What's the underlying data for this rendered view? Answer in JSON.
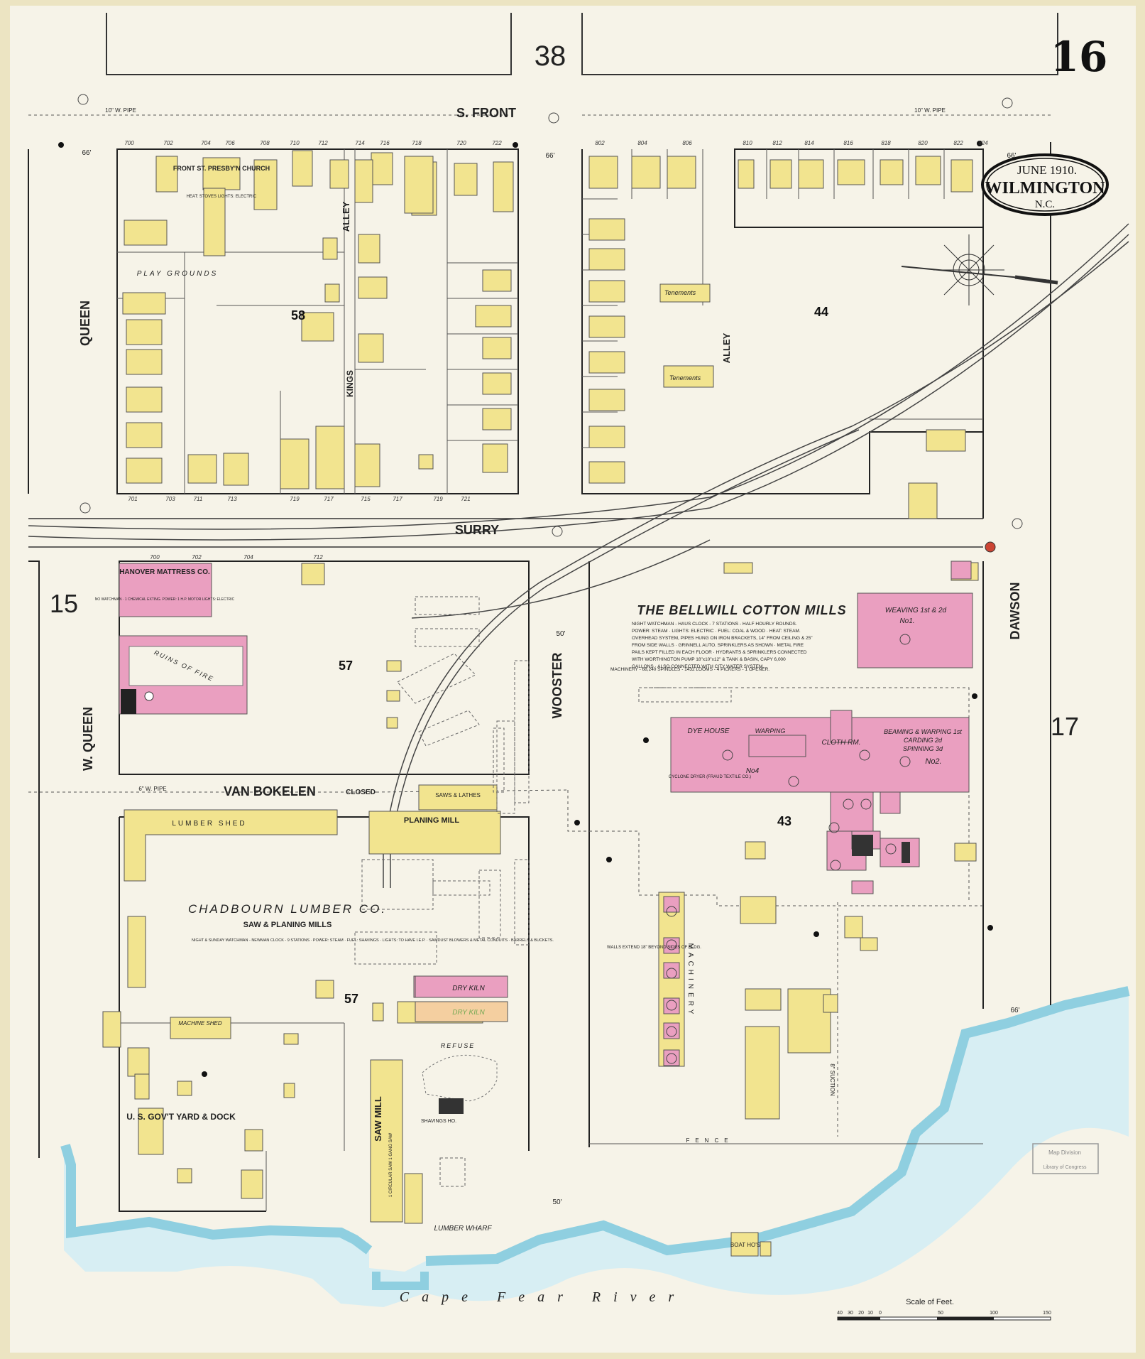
{
  "sheet": {
    "number": "16",
    "adjoining_top": "38",
    "adjoining_left": "15",
    "adjoining_right": "17"
  },
  "cartouche": {
    "date": "JUNE 1910.",
    "city": "WILMINGTON",
    "state": "N.C."
  },
  "streets": {
    "front": "S. FRONT",
    "surry": "SURRY",
    "queen": "QUEEN",
    "w_queen": "W. QUEEN",
    "van_bokelen": "VAN BOKELEN",
    "closed": "CLOSED",
    "wooster": "WOOSTER",
    "dawson": "DAWSON",
    "kings_alley": "KINGS",
    "alley1": "ALLEY",
    "alley2": "ALLEY"
  },
  "blocks": {
    "b58": "58",
    "b44": "44",
    "b57a": "57",
    "b57b": "57",
    "b43": "43"
  },
  "labels": {
    "church": "FRONT ST. PRESBY'N CHURCH",
    "church_note": "HEAT: STOVES LIGHTS: ELECTRIC",
    "play_grounds": "PLAY GROUNDS",
    "tenements1": "Tenements",
    "tenements2": "Tenements",
    "hanover": "HANOVER MATTRESS CO.",
    "hanover_note": "NO WATCHMAN · 1 CHEMICAL EXTING. POWER: 1 H.P. MOTOR LIGHTS: ELECTRIC",
    "ruins": "RUINS OF FIRE",
    "bellwill": "THE BELLWILL COTTON MILLS",
    "bellwill_note1": "NIGHT WATCHMAN - HAUS CLOCK - 7 STATIONS - HALF HOURLY ROUNDS.",
    "bellwill_note2": "POWER: STEAM · LIGHTS: ELECTRIC · FUEL: COAL & WOOD · HEAT: STEAM.",
    "bellwill_note3": "OVERHEAD SYSTEM, PIPES HUNG ON IRON BRACKETS, 14\" FROM CEILING & 25\"",
    "bellwill_note4": "FROM SIDE WALLS · GRINNELL AUTO. SPRINKLERS AS SHOWN · METAL FIRE",
    "bellwill_note5": "PAILS KEPT FILLED IN EACH FLOOR · HYDRANTS & SPRINKLERS CONNECTED",
    "bellwill_note6": "WITH WORTHINGTON PUMP 18\"x10\"x12\" & TANK & BASIN, CAPY 6,000",
    "bellwill_note7": "GALLONS · ALSO CONNECTED WITH CITY WATER SYSTEM.",
    "bellwill_note8": "MACHINERY - 68,240 SPINDLES - 1432 LOOMS - 4 PICKERS - 1 OPENER.",
    "weaving": "WEAVING 1st & 2d",
    "weaving_no": "No1.",
    "dye_house": "DYE HOUSE",
    "warping": "WARPING",
    "cloth_rm": "CLOTH RM.",
    "no4": "No4",
    "beaming": "BEAMING & WARPING 1st",
    "carding": "CARDING 2d",
    "spinning": "SPINNING 3d",
    "no2": "No2.",
    "cyclone": "CYCLONE DRYER (FRAUD TEXTILE CO.)",
    "chadbourn": "CHADBOURN LUMBER CO.",
    "saw_planing": "SAW & PLANING MILLS",
    "chadbourn_note": "NIGHT & SUNDAY WATCHMAN - NEWMAN CLOCK - 9 STATIONS · POWER: STEAM · FUEL: SHAVINGS · LIGHTS: TO HAVE I.E.P. · SAWDUST BLOWERS & METAL CONDUITS · BARRELS & BUCKETS.",
    "lumber_shed": "LUMBER SHED",
    "planing_mill": "PLANING MILL",
    "saws_lathes": "SAWS & LATHES",
    "dry_kiln1": "DRY KILN",
    "dry_kiln2": "DRY KILN",
    "refuse": "REFUSE",
    "machine_shed": "MACHINE SHED",
    "saw_mill": "SAW MILL",
    "saw_mill_note": "1 CIRCULAR SAW 1 GANG SAW",
    "shavings": "SHAVINGS HO.",
    "usgov": "U. S. GOV'T YARD & DOCK",
    "lumber_wharf": "LUMBER WHARF",
    "fence": "FENCE",
    "boat_hos": "BOAT HO'S",
    "machinery": "MACHINERY",
    "walls_note": "WALLS EXTEND 18\" BEYOND SIDES OF BLDG.",
    "suction": "8\" SUCTION",
    "pipe_front": "10\" W. PIPE",
    "pipe_front2": "10\" W. PIPE",
    "pipe_vb": "6\" W. PIPE",
    "river": "Cape Fear River",
    "scale_title": "Scale of Feet.",
    "stamp1": "Map Division",
    "stamp2": "Library of Congress",
    "elev_66a": "66'",
    "elev_66b": "66'",
    "elev_66c": "66'",
    "elev_50a": "50'",
    "elev_50b": "50'",
    "elev_66d": "66'"
  },
  "scale_ticks": [
    "40",
    "30",
    "20",
    "10",
    "0",
    "50",
    "100",
    "150"
  ],
  "house_numbers_top": [
    "700",
    "702",
    "704",
    "706",
    "708",
    "710",
    "712",
    "714",
    "716",
    "718",
    "720",
    "722",
    "802",
    "804",
    "806",
    "810",
    "812",
    "814",
    "816",
    "818",
    "820",
    "822",
    "824"
  ],
  "house_numbers_bottom": [
    "701",
    "703",
    "711",
    "713",
    "715",
    "717",
    "719",
    "721",
    "719",
    "717"
  ],
  "surry_numbers": [
    "700",
    "702",
    "704",
    "712"
  ],
  "colors": {
    "paper": "#f6f3e8",
    "frame": "#ede5c3",
    "yellow": "#f2e48f",
    "pink": "#ea9fc0",
    "water": "#a9dbe6",
    "ink": "#2a2a2a"
  }
}
